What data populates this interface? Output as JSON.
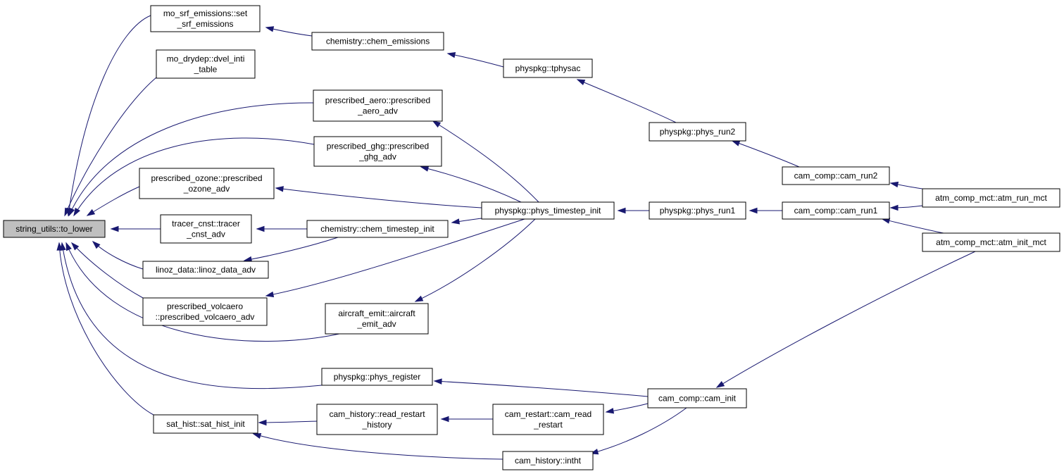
{
  "graph": {
    "edge_color": "#191970",
    "root_fill": "#bfbfbf",
    "nodes": [
      {
        "id": "to_lower",
        "lines": [
          "string_utils::to_lower"
        ]
      },
      {
        "id": "set_srf",
        "lines": [
          "mo_srf_emissions::set",
          "_srf_emissions"
        ]
      },
      {
        "id": "dvel",
        "lines": [
          "mo_drydep::dvel_inti",
          "_table"
        ]
      },
      {
        "id": "pres_aero",
        "lines": [
          "prescribed_aero::prescribed",
          "_aero_adv"
        ]
      },
      {
        "id": "pres_ghg",
        "lines": [
          "prescribed_ghg::prescribed",
          "_ghg_adv"
        ]
      },
      {
        "id": "pres_ozone",
        "lines": [
          "prescribed_ozone::prescribed",
          "_ozone_adv"
        ]
      },
      {
        "id": "tracer",
        "lines": [
          "tracer_cnst::tracer",
          "_cnst_adv"
        ]
      },
      {
        "id": "linoz",
        "lines": [
          "linoz_data::linoz_data_adv"
        ]
      },
      {
        "id": "volcaero",
        "lines": [
          "prescribed_volcaero",
          "::prescribed_volcaero_adv"
        ]
      },
      {
        "id": "aircraft",
        "lines": [
          "aircraft_emit::aircraft",
          "_emit_adv"
        ]
      },
      {
        "id": "phys_register",
        "lines": [
          "physpkg::phys_register"
        ]
      },
      {
        "id": "sat_hist",
        "lines": [
          "sat_hist::sat_hist_init"
        ]
      },
      {
        "id": "chem_emis",
        "lines": [
          "chemistry::chem_emissions"
        ]
      },
      {
        "id": "chem_ts",
        "lines": [
          "chemistry::chem_timestep_init"
        ]
      },
      {
        "id": "read_restart",
        "lines": [
          "cam_history::read_restart",
          "_history"
        ]
      },
      {
        "id": "tphysac",
        "lines": [
          "physpkg::tphysac"
        ]
      },
      {
        "id": "phys_ts",
        "lines": [
          "physpkg::phys_timestep_init"
        ]
      },
      {
        "id": "cam_read_restart",
        "lines": [
          "cam_restart::cam_read",
          "_restart"
        ]
      },
      {
        "id": "intht",
        "lines": [
          "cam_history::intht"
        ]
      },
      {
        "id": "phys_run2",
        "lines": [
          "physpkg::phys_run2"
        ]
      },
      {
        "id": "phys_run1",
        "lines": [
          "physpkg::phys_run1"
        ]
      },
      {
        "id": "cam_run2",
        "lines": [
          "cam_comp::cam_run2"
        ]
      },
      {
        "id": "cam_run1",
        "lines": [
          "cam_comp::cam_run1"
        ]
      },
      {
        "id": "cam_init",
        "lines": [
          "cam_comp::cam_init"
        ]
      },
      {
        "id": "atm_run",
        "lines": [
          "atm_comp_mct::atm_run_mct"
        ]
      },
      {
        "id": "atm_init",
        "lines": [
          "atm_comp_mct::atm_init_mct"
        ]
      }
    ],
    "edges": [
      {
        "from": "set_srf",
        "to": "to_lower"
      },
      {
        "from": "dvel",
        "to": "to_lower"
      },
      {
        "from": "pres_aero",
        "to": "to_lower"
      },
      {
        "from": "pres_ghg",
        "to": "to_lower"
      },
      {
        "from": "pres_ozone",
        "to": "to_lower"
      },
      {
        "from": "tracer",
        "to": "to_lower"
      },
      {
        "from": "linoz",
        "to": "to_lower"
      },
      {
        "from": "volcaero",
        "to": "to_lower"
      },
      {
        "from": "aircraft",
        "to": "to_lower"
      },
      {
        "from": "phys_register",
        "to": "to_lower"
      },
      {
        "from": "sat_hist",
        "to": "to_lower"
      },
      {
        "from": "chem_emis",
        "to": "set_srf"
      },
      {
        "from": "tphysac",
        "to": "chem_emis"
      },
      {
        "from": "phys_run2",
        "to": "tphysac"
      },
      {
        "from": "cam_run2",
        "to": "phys_run2"
      },
      {
        "from": "atm_run",
        "to": "cam_run2"
      },
      {
        "from": "phys_ts",
        "to": "pres_aero"
      },
      {
        "from": "phys_ts",
        "to": "pres_ghg"
      },
      {
        "from": "phys_ts",
        "to": "pres_ozone"
      },
      {
        "from": "phys_ts",
        "to": "chem_ts"
      },
      {
        "from": "phys_ts",
        "to": "volcaero"
      },
      {
        "from": "phys_ts",
        "to": "aircraft"
      },
      {
        "from": "chem_ts",
        "to": "tracer"
      },
      {
        "from": "chem_ts",
        "to": "linoz"
      },
      {
        "from": "phys_run1",
        "to": "phys_ts"
      },
      {
        "from": "cam_run1",
        "to": "phys_run1"
      },
      {
        "from": "atm_run",
        "to": "cam_run1"
      },
      {
        "from": "atm_init",
        "to": "cam_run1"
      },
      {
        "from": "atm_init",
        "to": "cam_init"
      },
      {
        "from": "cam_init",
        "to": "phys_register"
      },
      {
        "from": "cam_init",
        "to": "cam_read_restart"
      },
      {
        "from": "cam_init",
        "to": "intht"
      },
      {
        "from": "cam_read_restart",
        "to": "read_restart"
      },
      {
        "from": "read_restart",
        "to": "sat_hist"
      },
      {
        "from": "intht",
        "to": "sat_hist"
      }
    ]
  }
}
